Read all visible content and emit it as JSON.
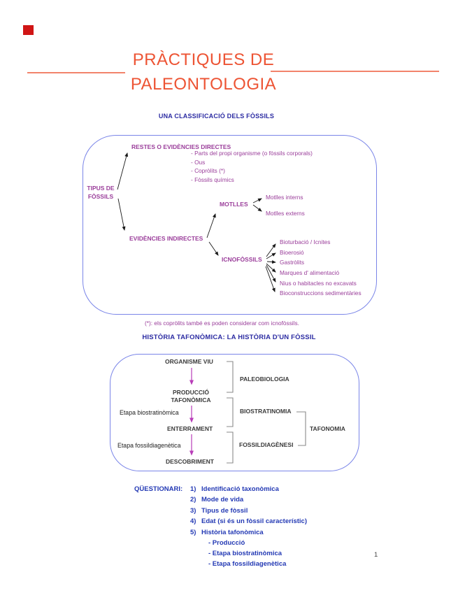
{
  "title": {
    "line1": "PRÀCTIQUES DE",
    "line2": "PALEONTOLOGIA"
  },
  "colors": {
    "title_orange": "#ed5434",
    "heading_blue": "#2b2ba2",
    "diagram_purple": "#9a3d9a",
    "arrow_magenta": "#b83cb8",
    "box_border_blue": "#7a85e8"
  },
  "classification": {
    "heading": "UNA CLASSIFICACIÓ DELS FÒSSILS",
    "root_line1": "TIPUS DE",
    "root_line2": "FÒSSILS",
    "direct_label": "RESTES O EVIDÈNCIES DIRECTES",
    "direct_items": [
      "- Parts del propi organisme (o fòssils corporals)",
      "- Ous",
      "- Copròlits (*)",
      "- Fòssils químics"
    ],
    "indirect_label": "EVIDÈNCIES INDIRECTES",
    "motlles_label": "MOTLLES",
    "motlles_items": [
      "Motlles interns",
      "Motlles externs"
    ],
    "icno_label": "ICNOFÒSSILS",
    "icno_items": [
      "Bioturbació / Icnites",
      "Bioerosió",
      "Gastròlits",
      "Marques d' alimentació",
      "Nius o habitacles no excavats",
      "Bioconstruccions sedimentàries"
    ],
    "footnote": "(*): els copròlits també es poden considerar com icnofòssils."
  },
  "taphonomy": {
    "heading": "HISTÒRIA TAFONÒMICA: LA HISTÒRIA D'UN FÒSSIL",
    "stage1": "ORGANISME VIU",
    "stage2_line1": "PRODUCCIÓ",
    "stage2_line2": "TAFONÒMICA",
    "stage3": "ENTERRAMENT",
    "stage4": "DESCOBRIMENT",
    "phase_left1": "Etapa biostratinòmica",
    "phase_left2": "Etapa fossildiagenètica",
    "bracket1": "PALEOBIOLOGIA",
    "bracket2": "BIOSTRATINOMIA",
    "bracket3": "FOSSILDIAGÈNESI",
    "bracket4": "TAFONOMIA"
  },
  "questionnaire": {
    "label": "QÜESTIONARI:",
    "items": [
      {
        "num": "1)",
        "text": "Identificació taxonòmica"
      },
      {
        "num": "2)",
        "text": "Mode de vida"
      },
      {
        "num": "3)",
        "text": "Tipus de fòssil"
      },
      {
        "num": "4)",
        "text": "Edat (si és un fòssil característic)"
      },
      {
        "num": "5)",
        "text": "Història tafonòmica"
      }
    ],
    "subitems": [
      "- Producció",
      "- Etapa biostratinòmica",
      "- Etapa fossildiagenètica"
    ]
  },
  "page_number": "1"
}
